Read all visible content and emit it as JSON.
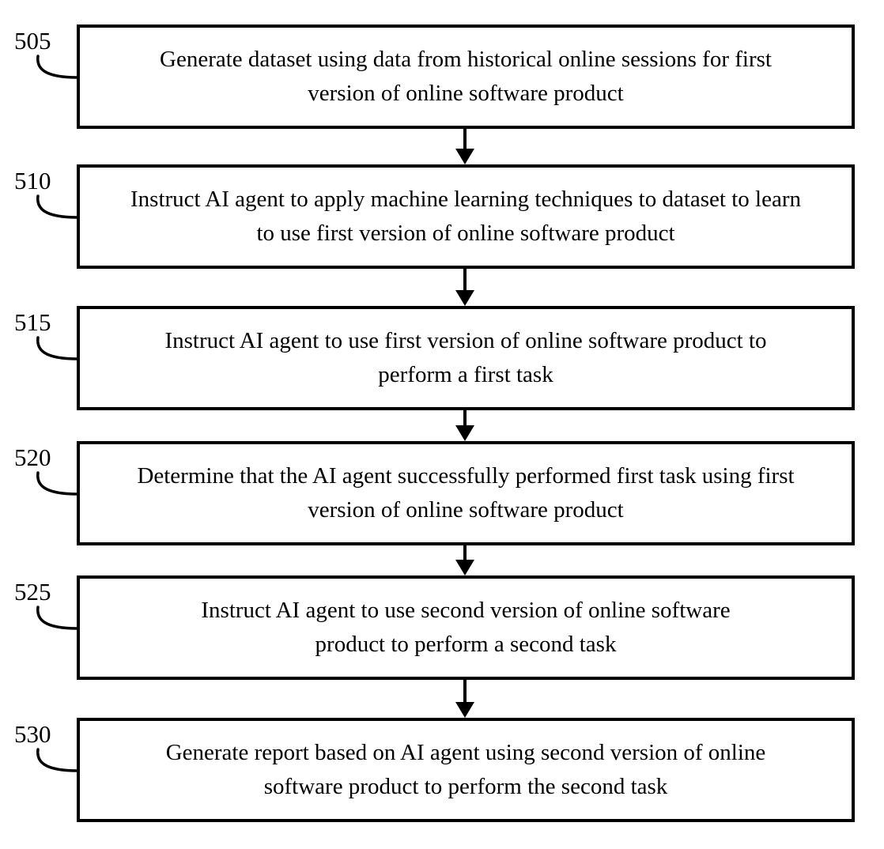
{
  "figure": {
    "type": "flowchart",
    "colors": {
      "ink": "#000000",
      "background": "#ffffff"
    },
    "steps": [
      {
        "ref": "505",
        "lines": [
          "Generate dataset using data from historical online sessions for first",
          "version of online software product"
        ]
      },
      {
        "ref": "510",
        "lines": [
          "Instruct AI agent to apply machine learning techniques to dataset to learn",
          "to use first version of online software product"
        ]
      },
      {
        "ref": "515",
        "lines": [
          "Instruct AI agent to use first version of online software product to",
          "perform a first task"
        ]
      },
      {
        "ref": "520",
        "lines": [
          "Determine that the AI agent successfully performed first task using first",
          "version of online software product"
        ]
      },
      {
        "ref": "525",
        "lines": [
          "Instruct AI agent to use second version of online software",
          "product to perform a second task"
        ]
      },
      {
        "ref": "530",
        "lines": [
          "Generate report based on AI agent using second version of online",
          "software product to perform the second task"
        ]
      }
    ]
  }
}
